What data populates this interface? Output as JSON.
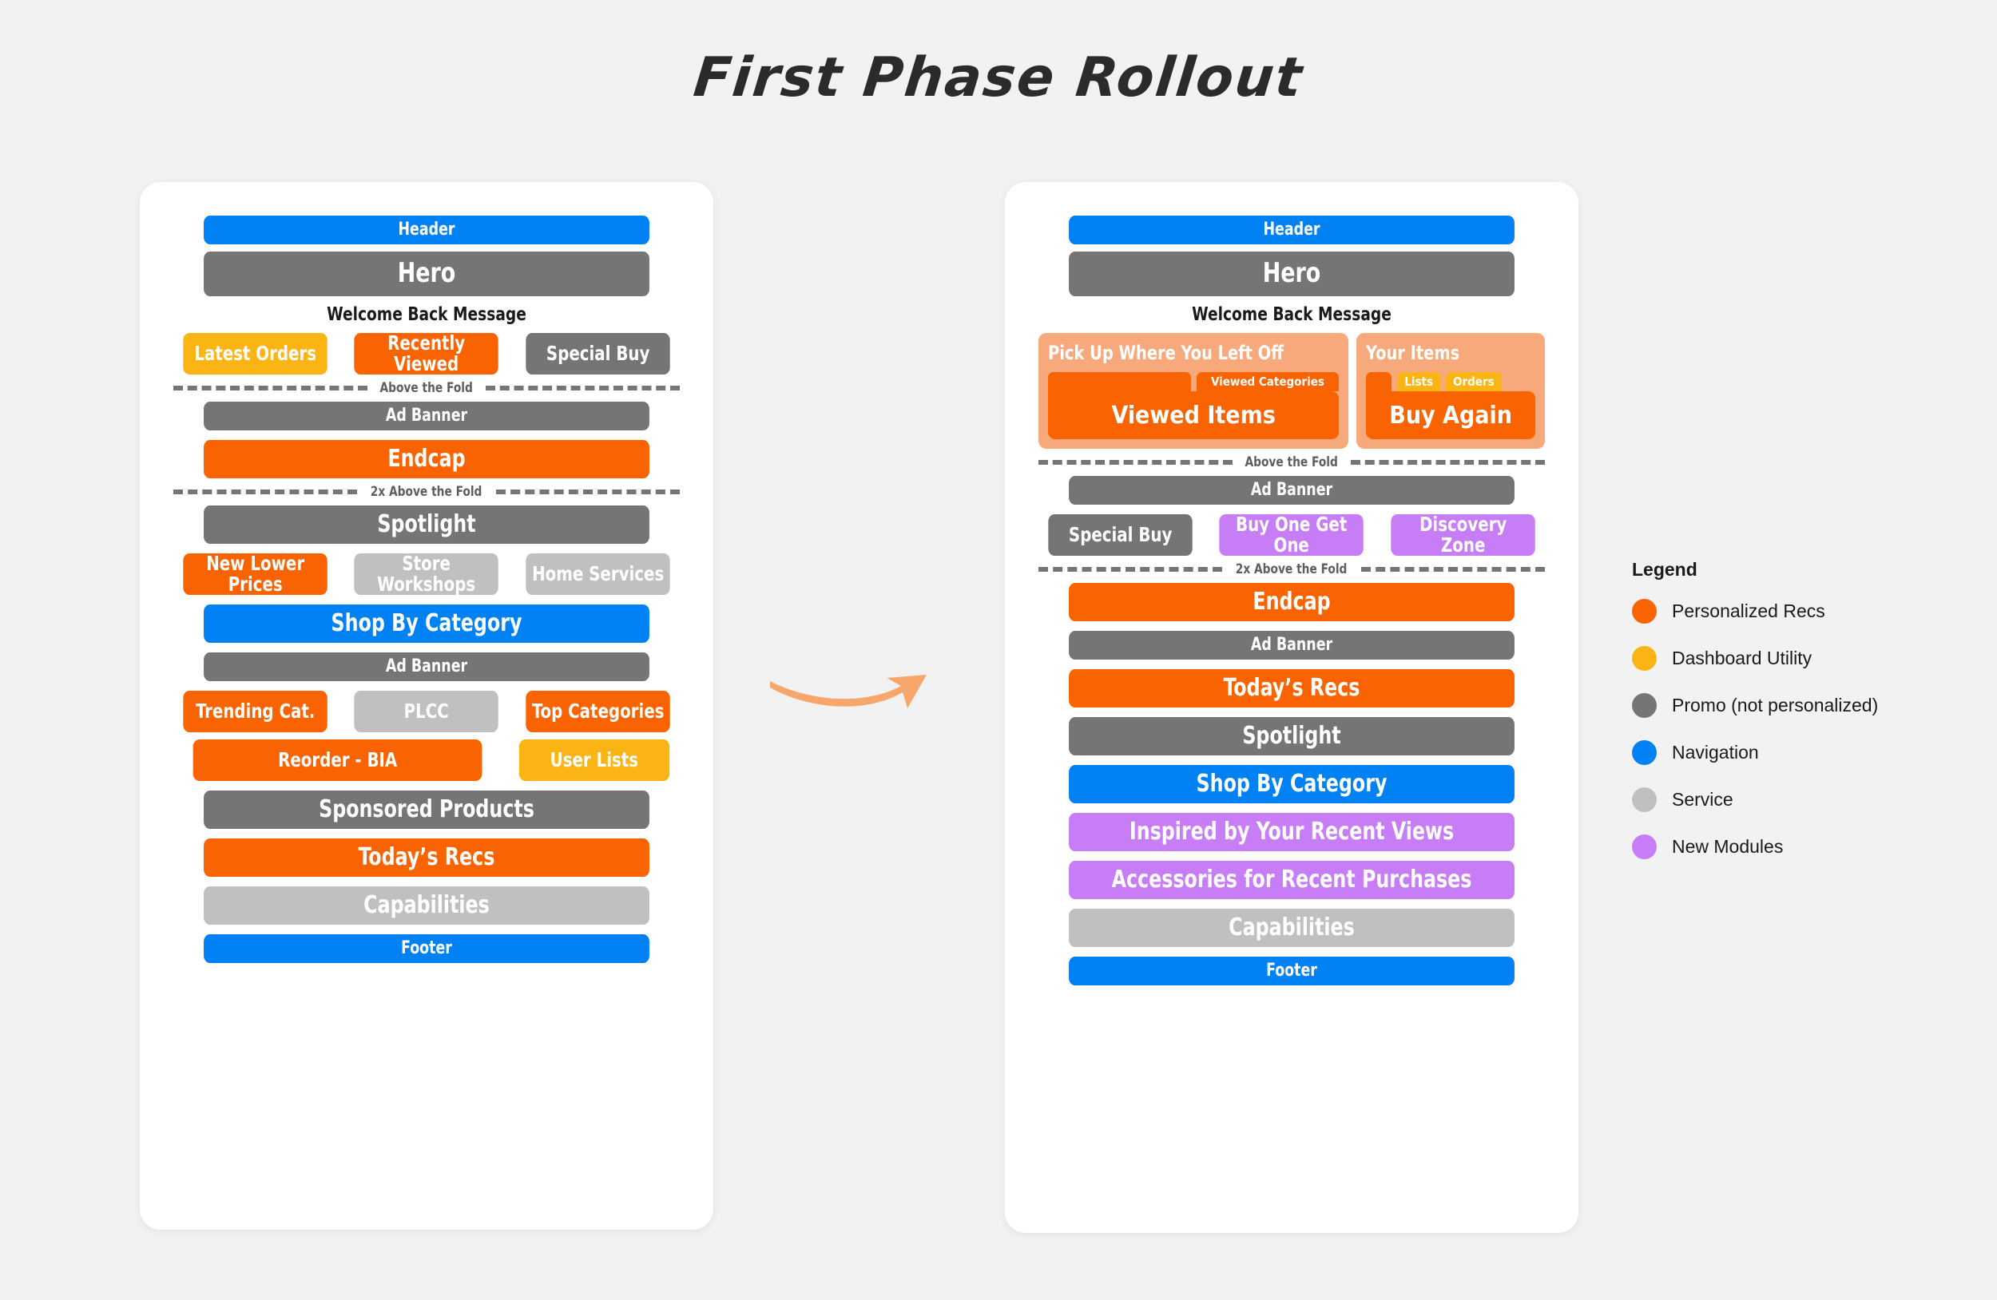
{
  "title": "First Phase Rollout",
  "fold_labels": {
    "above": "Above the Fold",
    "two_x": "2x Above the Fold"
  },
  "welcome_message": "Welcome Back Message",
  "before": {
    "header": "Header",
    "hero": "Hero",
    "welcome": "Welcome Back Message",
    "tiles_1": [
      {
        "label": "Latest Orders",
        "color": "util"
      },
      {
        "label": "Recently Viewed",
        "color": "recs"
      },
      {
        "label": "Special Buy",
        "color": "promo"
      }
    ],
    "ad_banner_1": "Ad Banner",
    "endcap": "Endcap",
    "spotlight": "Spotlight",
    "tiles_2": [
      {
        "label": "New Lower Prices",
        "color": "recs"
      },
      {
        "label": "Store Workshops",
        "color": "service"
      },
      {
        "label": "Home Services",
        "color": "service"
      }
    ],
    "shop_by_category": "Shop By Category",
    "ad_banner_2": "Ad Banner",
    "tiles_3": [
      {
        "label": "Trending Cat.",
        "color": "recs"
      },
      {
        "label": "PLCC",
        "color": "service"
      },
      {
        "label": "Top Categories",
        "color": "recs"
      }
    ],
    "tiles_4": [
      {
        "label": "Reorder - BIA",
        "color": "recs"
      },
      {
        "label": "User Lists",
        "color": "util"
      }
    ],
    "sponsored_products": "Sponsored Products",
    "todays_recs": "Today’s Recs",
    "capabilities": "Capabilities",
    "footer": "Footer"
  },
  "after": {
    "header": "Header",
    "hero": "Hero",
    "welcome": "Welcome Back Message",
    "pick_up_card": {
      "title": "Pick Up Where You Left Off",
      "active_tab": "",
      "inactive_tab": "Viewed Categories",
      "body": "Viewed Items"
    },
    "your_items_card": {
      "title": "Your Items",
      "tabs": [
        "Lists",
        "Orders"
      ],
      "body": "Buy Again"
    },
    "ad_banner_1": "Ad Banner",
    "tiles_1": [
      {
        "label": "Special Buy",
        "color": "promo"
      },
      {
        "label": "Buy One Get One",
        "color": "new"
      },
      {
        "label": "Discovery Zone",
        "color": "new"
      }
    ],
    "endcap": "Endcap",
    "ad_banner_2": "Ad Banner",
    "todays_recs": "Today’s Recs",
    "spotlight": "Spotlight",
    "shop_by_category": "Shop By Category",
    "inspired": "Inspired by Your Recent Views",
    "accessories": "Accessories for Recent Purchases",
    "capabilities": "Capabilities",
    "footer": "Footer"
  },
  "legend": {
    "title": "Legend",
    "items": [
      {
        "label": "Personalized Recs",
        "color": "#F96302"
      },
      {
        "label": "Dashboard Utility",
        "color": "#FAB515"
      },
      {
        "label": "Promo (not personalized)",
        "color": "#757575"
      },
      {
        "label": "Navigation",
        "color": "#0082F5"
      },
      {
        "label": "Service",
        "color": "#C0C0C0"
      },
      {
        "label": "New Modules",
        "color": "#C77DF5"
      }
    ]
  },
  "arrow": {
    "color": "#F8A76C",
    "name": "flow-arrow"
  }
}
